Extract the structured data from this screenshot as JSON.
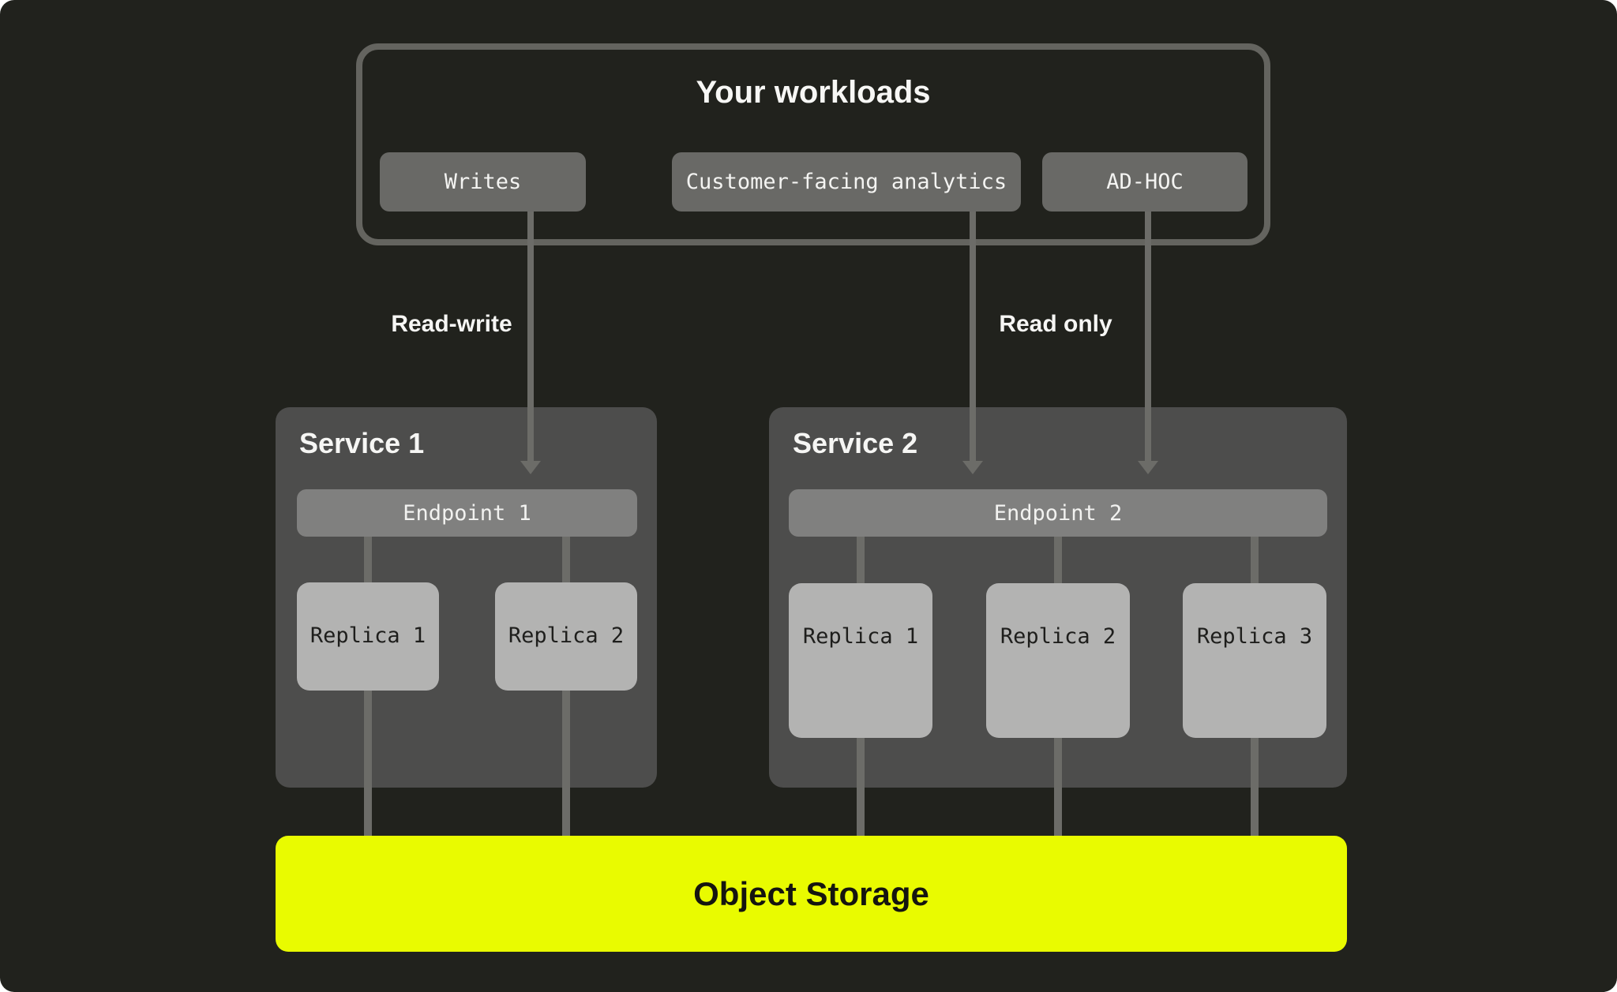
{
  "colors": {
    "background": "#21221d",
    "workloads_border": "#64645f",
    "chip_fill": "#696966",
    "service_fill": "#4d4d4c",
    "endpoint_fill": "#80807f",
    "replica_fill": "#b3b3b2",
    "storage_fill": "#e9fb00",
    "connector": "#6c6c68",
    "light_text": "#f6f6f4",
    "dark_text": "#1e1e1c"
  },
  "workloads": {
    "title": "Your workloads",
    "chips": [
      {
        "label": "Writes"
      },
      {
        "label": "Customer-facing analytics"
      },
      {
        "label": "AD-HOC"
      }
    ]
  },
  "edges": {
    "read_write": "Read-write",
    "read_only": "Read only"
  },
  "services": [
    {
      "title": "Service 1",
      "endpoint": "Endpoint 1",
      "replicas": [
        "Replica 1",
        "Replica 2"
      ]
    },
    {
      "title": "Service 2",
      "endpoint": "Endpoint 2",
      "replicas": [
        "Replica 1",
        "Replica 2",
        "Replica 3"
      ]
    }
  ],
  "storage": {
    "label": "Object Storage"
  }
}
